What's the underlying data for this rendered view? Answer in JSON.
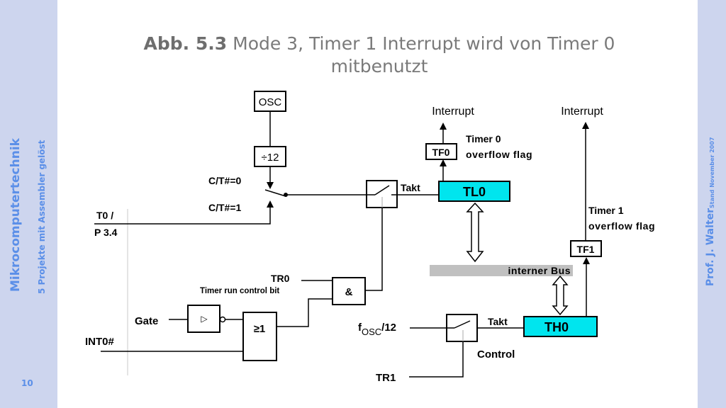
{
  "sidebar_left": {
    "course": "Mikrocomputertechnik",
    "chapter": "5  Projekte mit Assembler gelöst",
    "page_number": "10"
  },
  "sidebar_right": {
    "author": "Prof. J. Walter",
    "stand": "Stand November 2007"
  },
  "title": {
    "figure_label": "Abb. 5.3",
    "text_line1": " Mode 3, Timer 1 Interrupt wird von Timer 0",
    "text_line2": "mitbenutzt"
  },
  "colors": {
    "sidebar_bg": "#cdd5ee",
    "sidebar_text": "#5b8fe8",
    "register_fill": "#00e5ee",
    "bus_fill": "#c0c0c0"
  },
  "diagram": {
    "osc": "OSC",
    "divider": "÷12",
    "ct0": "C/T#=0",
    "ct1": "C/T#=1",
    "t0_line1": "T0 /",
    "t0_line2": "P 3.4",
    "tr0": "TR0",
    "tr0_desc": "Timer run control bit",
    "gate": "Gate",
    "int0": "INT0#",
    "and_gate": "&",
    "or_gate": "≥1",
    "not_symbol": "▷",
    "takt_top": "Takt",
    "takt_bottom": "Takt",
    "tl0": "TL0",
    "th0": "TH0",
    "tf0": "TF0",
    "tf1": "TF1",
    "interrupt_left": "Interrupt",
    "interrupt_right": "Interrupt",
    "timer0_flag_line1": "Timer 0",
    "timer0_flag_line2": "overflow flag",
    "timer1_flag_line1": "Timer 1",
    "timer1_flag_line2": "overflow flag",
    "bus": "interner Bus",
    "fosc_f": "f",
    "fosc_sub": "OSC",
    "fosc_div": "/12",
    "control": "Control",
    "tr1": "TR1"
  }
}
